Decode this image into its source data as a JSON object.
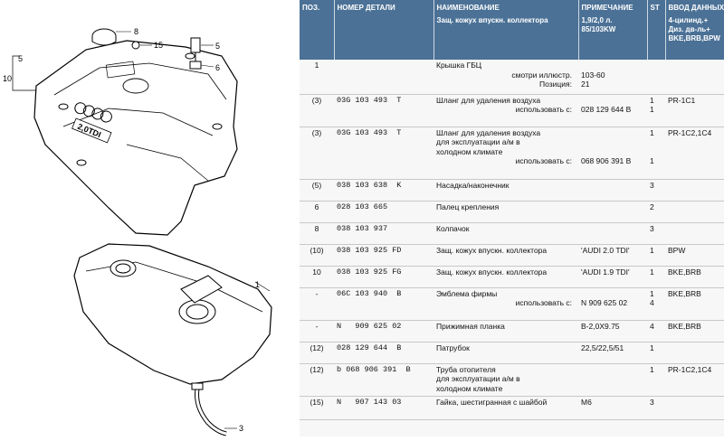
{
  "headers": {
    "pos": "ПОЗ.",
    "partno": "НОМЕР ДЕТАЛИ",
    "name": "НАИМЕНОВАНИЕ",
    "note": "ПРИМЕЧАНИЕ",
    "st": "ST",
    "input": "ВВОД ДАННЫХ"
  },
  "vehicle": {
    "name": "Защ. кожух впускн. коллектора",
    "note_lines": [
      "1,9/2,0 л.",
      "85/103KW"
    ],
    "input_lines": [
      "4-цилинд.+",
      "Диз. дв-ль+",
      "BKE,BRB,BPW"
    ]
  },
  "diagram_callouts": {
    "c8": "8",
    "c15": "15",
    "c5": "5",
    "c6": "6",
    "c10": "10",
    "c1": "1",
    "c3": "3",
    "emblem": "2,0TDI"
  },
  "rows": [
    {
      "pos": "1",
      "part": "",
      "name": [
        "Крышка ГБЦ"
      ],
      "rname": [
        "смотри иллюстр.",
        "Позиция:"
      ],
      "note": [
        "",
        "103-60",
        "21"
      ],
      "st": [],
      "input": ""
    },
    {
      "pos": "(3)",
      "part": "03G 103 493  T",
      "name": [
        "Шланг для удаления воздуха"
      ],
      "rname": [
        "использовать с:"
      ],
      "note": [
        "",
        "028 129 644 B"
      ],
      "st": [
        "1",
        "1"
      ],
      "input": "PR-1C1"
    },
    {
      "pos": "(3)",
      "part": "03G 103 493  T",
      "name": [
        "Шланг для удаления воздуха",
        "для эксплуатации а/м в",
        "холодном климате"
      ],
      "rname": [
        "использовать с:"
      ],
      "note": [
        "",
        "",
        "",
        "068 906 391 B"
      ],
      "st": [
        "1",
        "",
        "",
        "1"
      ],
      "input": "PR-1C2,1C4"
    },
    {
      "pos": "(5)",
      "part": "038 103 638  K",
      "name": [
        "Насадка/наконечник"
      ],
      "rname": [],
      "note": [],
      "st": [
        "3"
      ],
      "input": ""
    },
    {
      "pos": "6",
      "part": "028 103 665",
      "name": [
        "Палец крепления"
      ],
      "rname": [],
      "note": [],
      "st": [
        "2"
      ],
      "input": ""
    },
    {
      "pos": "8",
      "part": "038 103 937",
      "name": [
        "Колпачок"
      ],
      "rname": [],
      "note": [],
      "st": [
        "3"
      ],
      "input": ""
    },
    {
      "pos": "(10)",
      "part": "038 103 925 FD",
      "name": [
        "Защ. кожух впускн. коллектора"
      ],
      "rname": [],
      "note": [
        "'AUDI 2.0 TDI'"
      ],
      "st": [
        "1"
      ],
      "input": "BPW"
    },
    {
      "pos": "10",
      "part": "038 103 925 FG",
      "name": [
        "Защ. кожух впускн. коллектора"
      ],
      "rname": [],
      "note": [
        "'AUDI 1.9 TDI'"
      ],
      "st": [
        "1"
      ],
      "input": "BKE,BRB"
    },
    {
      "pos": "-",
      "part": "06C 103 940  B",
      "name": [
        "Эмблема фирмы"
      ],
      "rname": [
        "использовать с:"
      ],
      "note": [
        "",
        "N  909 625 02"
      ],
      "st": [
        "1",
        "4"
      ],
      "input": "BKE,BRB"
    },
    {
      "pos": "-",
      "part": "N   909 625 02",
      "name": [
        "Прижимная планка"
      ],
      "rname": [],
      "note": [
        "B-2,0X9.75"
      ],
      "st": [
        "4"
      ],
      "input": "BKE,BRB"
    },
    {
      "pos": "(12)",
      "part": "028 129 644  B",
      "name": [
        "Патрубок"
      ],
      "rname": [],
      "note": [
        "22,5/22,5/51"
      ],
      "st": [
        "1"
      ],
      "input": ""
    },
    {
      "pos": "(12)",
      "part": "b 068 906 391  B",
      "name": [
        "Труба отопителя",
        "для эксплуатации а/м в",
        "холодном климате"
      ],
      "rname": [],
      "note": [],
      "st": [
        "1"
      ],
      "input": "PR-1C2,1C4"
    },
    {
      "pos": "(15)",
      "part": "N   907 143 03",
      "name": [
        "Гайка, шестигранная с шайбой"
      ],
      "rname": [],
      "note": [
        "M6"
      ],
      "st": [
        "3"
      ],
      "input": ""
    }
  ]
}
